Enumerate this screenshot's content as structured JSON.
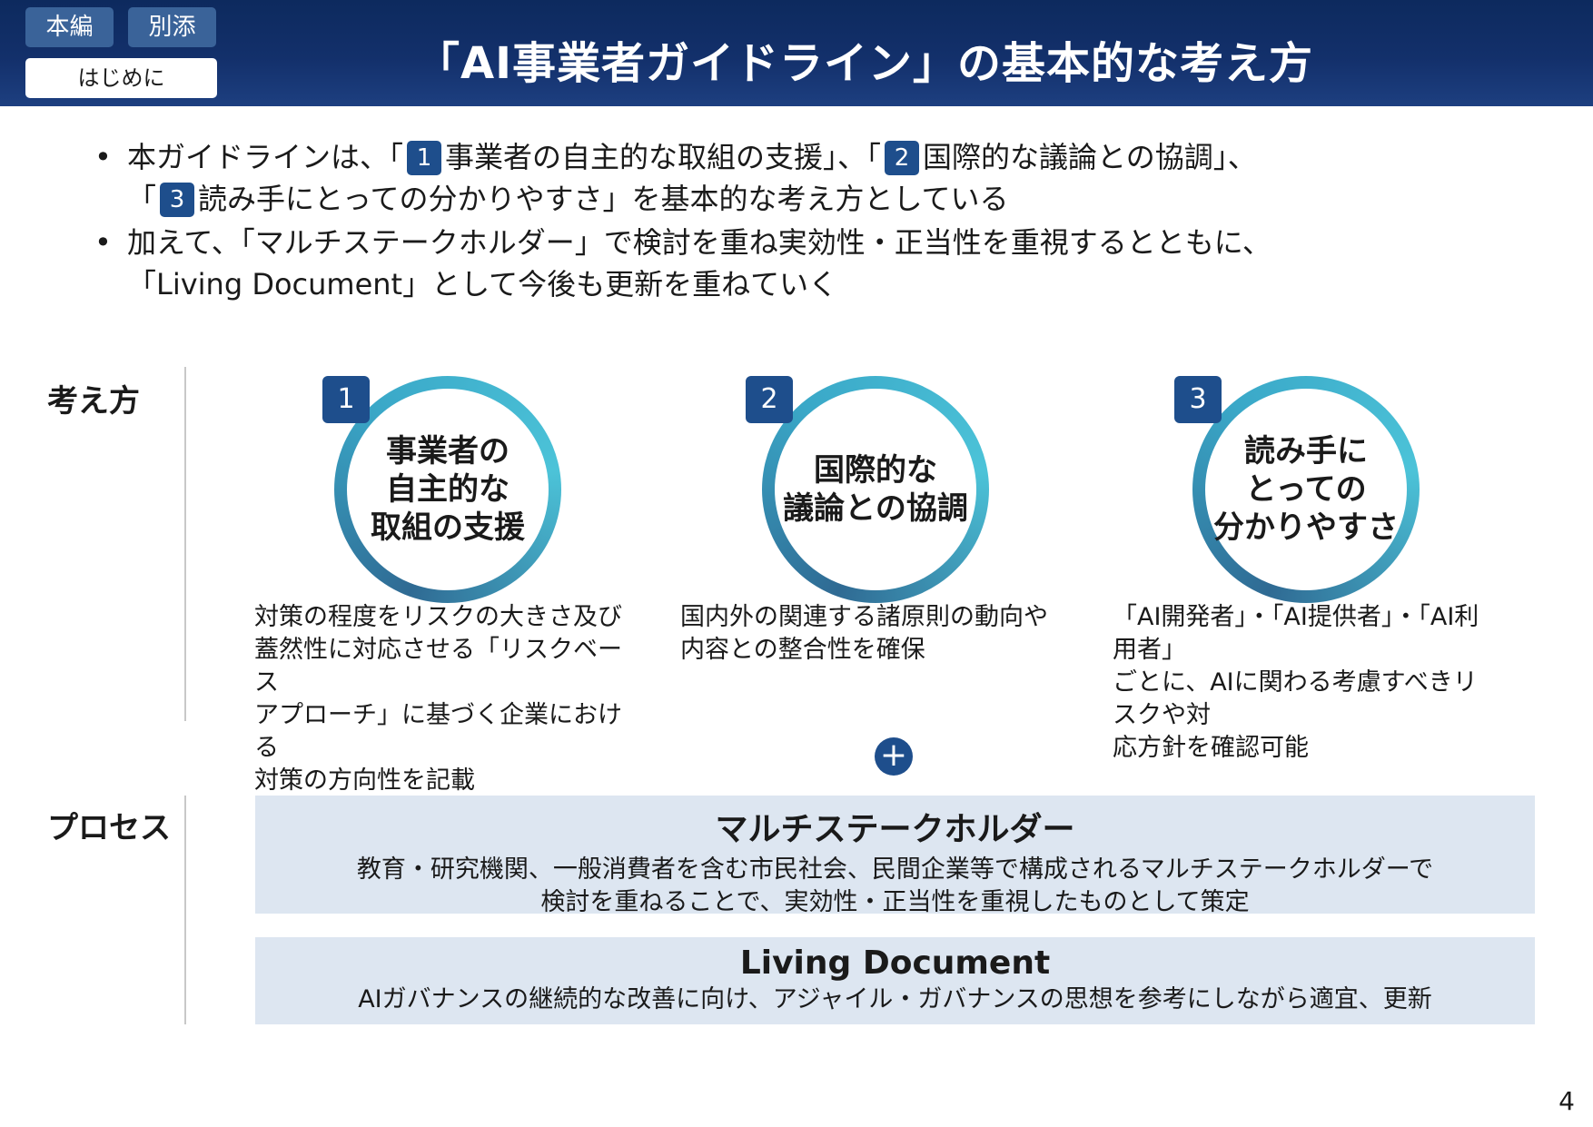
{
  "header": {
    "tag_main": "本編",
    "tag_appendix": "別添",
    "tag_intro": "はじめに",
    "title": "「AI事業者ガイドライン」の基本的な考え方"
  },
  "intro": {
    "b1_a": "本ガイドラインは、「",
    "n1": "1",
    "b1_b": "事業者の自主的な取組の支援」、「",
    "n2": "2",
    "b1_c": "国際的な議論との協調」、",
    "b1_d": "「",
    "n3": "3",
    "b1_e": "読み手にとっての分かりやすさ」を基本的な考え方としている",
    "b2_a": "加えて、「マルチステークホルダー」で検討を重ね実効性・正当性を重視するとともに、",
    "b2_b": "「Living Document」として今後も更新を重ねていく"
  },
  "labels": {
    "concept": "考え方",
    "process": "プロセス"
  },
  "concepts": [
    {
      "number": "1",
      "title": "事業者の\n自主的な\n取組の支援",
      "description": "対策の程度をリスクの大きさ及び\n蓋然性に対応させる「リスクベース\nアプローチ」に基づく企業における\n対策の方向性を記載"
    },
    {
      "number": "2",
      "title": "国際的な\n議論との協調",
      "description": "国内外の関連する諸原則の動向や\n内容との整合性を確保"
    },
    {
      "number": "3",
      "title": "読み手に\nとっての\n分かりやすさ",
      "description": "「AI開発者」・「AI提供者」・「AI利用者」\nごとに、AIに関わる考慮すべきリスクや対\n応方針を確認可能"
    }
  ],
  "plus_symbol": "+",
  "process": [
    {
      "title": "マルチステークホルダー",
      "text": "教育・研究機関、一般消費者を含む市民社会、民間企業等で構成されるマルチステークホルダーで\n検討を重ねることで、実効性・正当性を重視したものとして策定"
    },
    {
      "title": "Living Document",
      "text": "AIガバナンスの継続的な改善に向け、アジャイル・ガバナンスの思想を参考にしながら適宜、更新"
    }
  ],
  "page_number": "4",
  "colors": {
    "header_bg": "#13306b",
    "accent_blue": "#1e4e8c",
    "ring_teal": "#3aa8c8",
    "process_bg": "#dde6f1"
  }
}
